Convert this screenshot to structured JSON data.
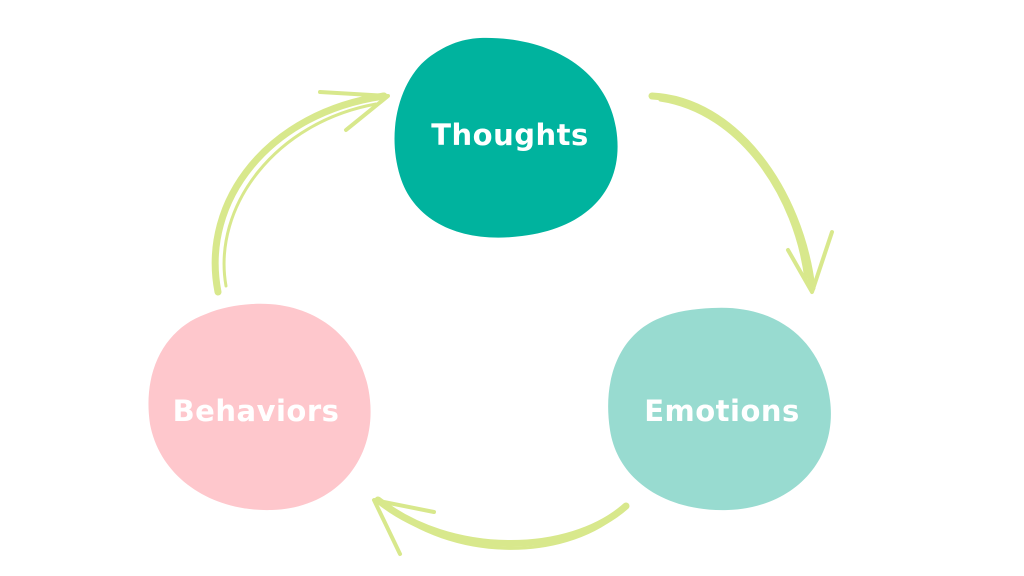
{
  "nodes": {
    "thoughts": {
      "label": "Thoughts",
      "color": "#00b39e"
    },
    "emotions": {
      "label": "Emotions",
      "color": "#98dbd0"
    },
    "behaviors": {
      "label": "Behaviors",
      "color": "#fec7cc"
    }
  },
  "arrow_color": "#d8e88c",
  "cycle": [
    "thoughts",
    "emotions",
    "behaviors"
  ]
}
